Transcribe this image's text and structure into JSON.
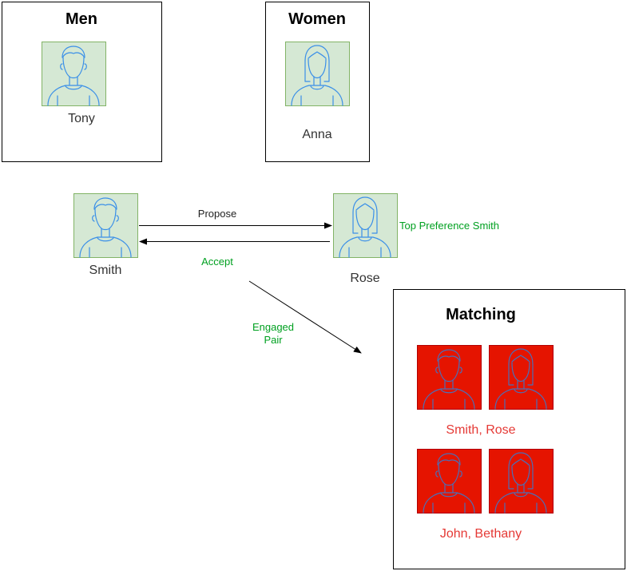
{
  "colors": {
    "avatar_bg": "#d5e8d4",
    "avatar_border": "#82b366",
    "avatar_line": "#3a8fe8",
    "matched_bg": "#e51400",
    "matched_border": "#b20000",
    "green_text": "#00a020",
    "red_text": "#e53935"
  },
  "men_box": {
    "title": "Men",
    "person": {
      "name": "Tony",
      "icon": "man-avatar-icon"
    }
  },
  "women_box": {
    "title": "Women",
    "person": {
      "name": "Anna",
      "icon": "woman-avatar-icon"
    }
  },
  "proposal": {
    "proposer": {
      "name": "Smith",
      "icon": "man-avatar-icon"
    },
    "receiver": {
      "name": "Rose",
      "icon": "woman-avatar-icon"
    },
    "propose_label": "Propose",
    "accept_label": "Accept",
    "preference_note": "Top Preference Smith",
    "engaged_label_line1": "Engaged",
    "engaged_label_line2": "Pair"
  },
  "matching_box": {
    "title": "Matching",
    "pairs": [
      {
        "label": "Smith, Rose",
        "icons": [
          "man-avatar-icon",
          "woman-avatar-icon"
        ]
      },
      {
        "label": "John, Bethany",
        "icons": [
          "man-avatar-icon",
          "woman-avatar-icon"
        ]
      }
    ]
  }
}
